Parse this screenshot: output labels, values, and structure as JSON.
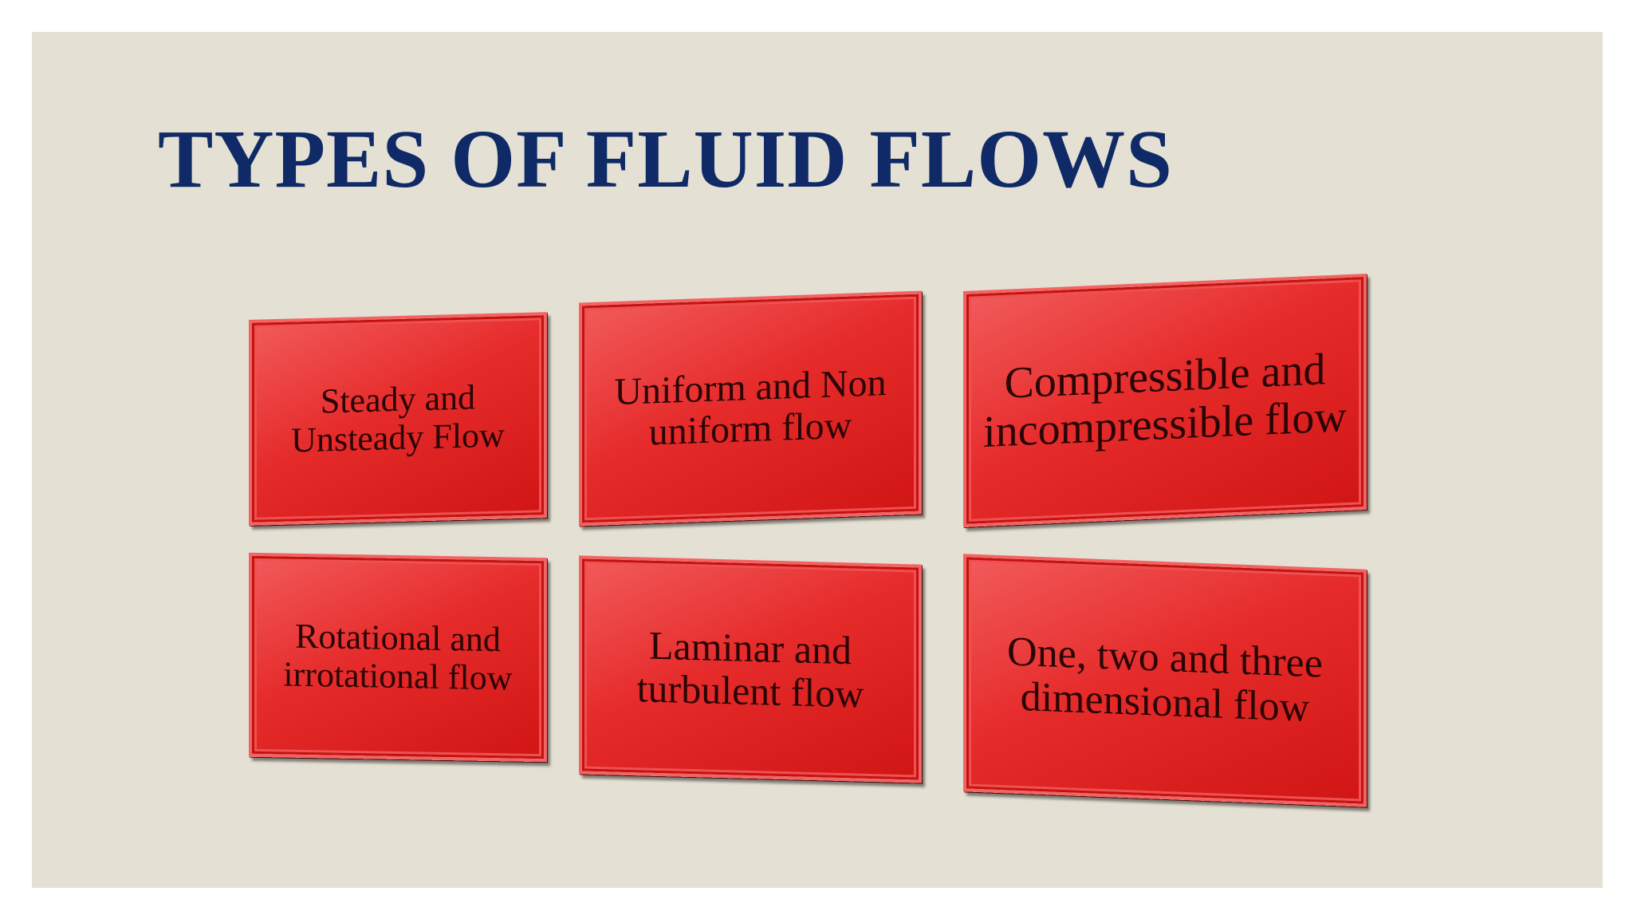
{
  "slide": {
    "title": "TYPES OF FLUID FLOWS",
    "colors": {
      "background": "#e4e0d3",
      "title": "#0f2a66",
      "box_fill": "#e62b2b",
      "box_text": "#2a0505"
    },
    "boxes": [
      {
        "label": "Steady and Unsteady Flow"
      },
      {
        "label": "Uniform and Non uniform flow"
      },
      {
        "label": "Compressible and incompressible flow"
      },
      {
        "label": "Rotational and irrotational flow"
      },
      {
        "label": "Laminar and turbulent flow"
      },
      {
        "label": "One, two and three dimensional flow"
      }
    ]
  }
}
